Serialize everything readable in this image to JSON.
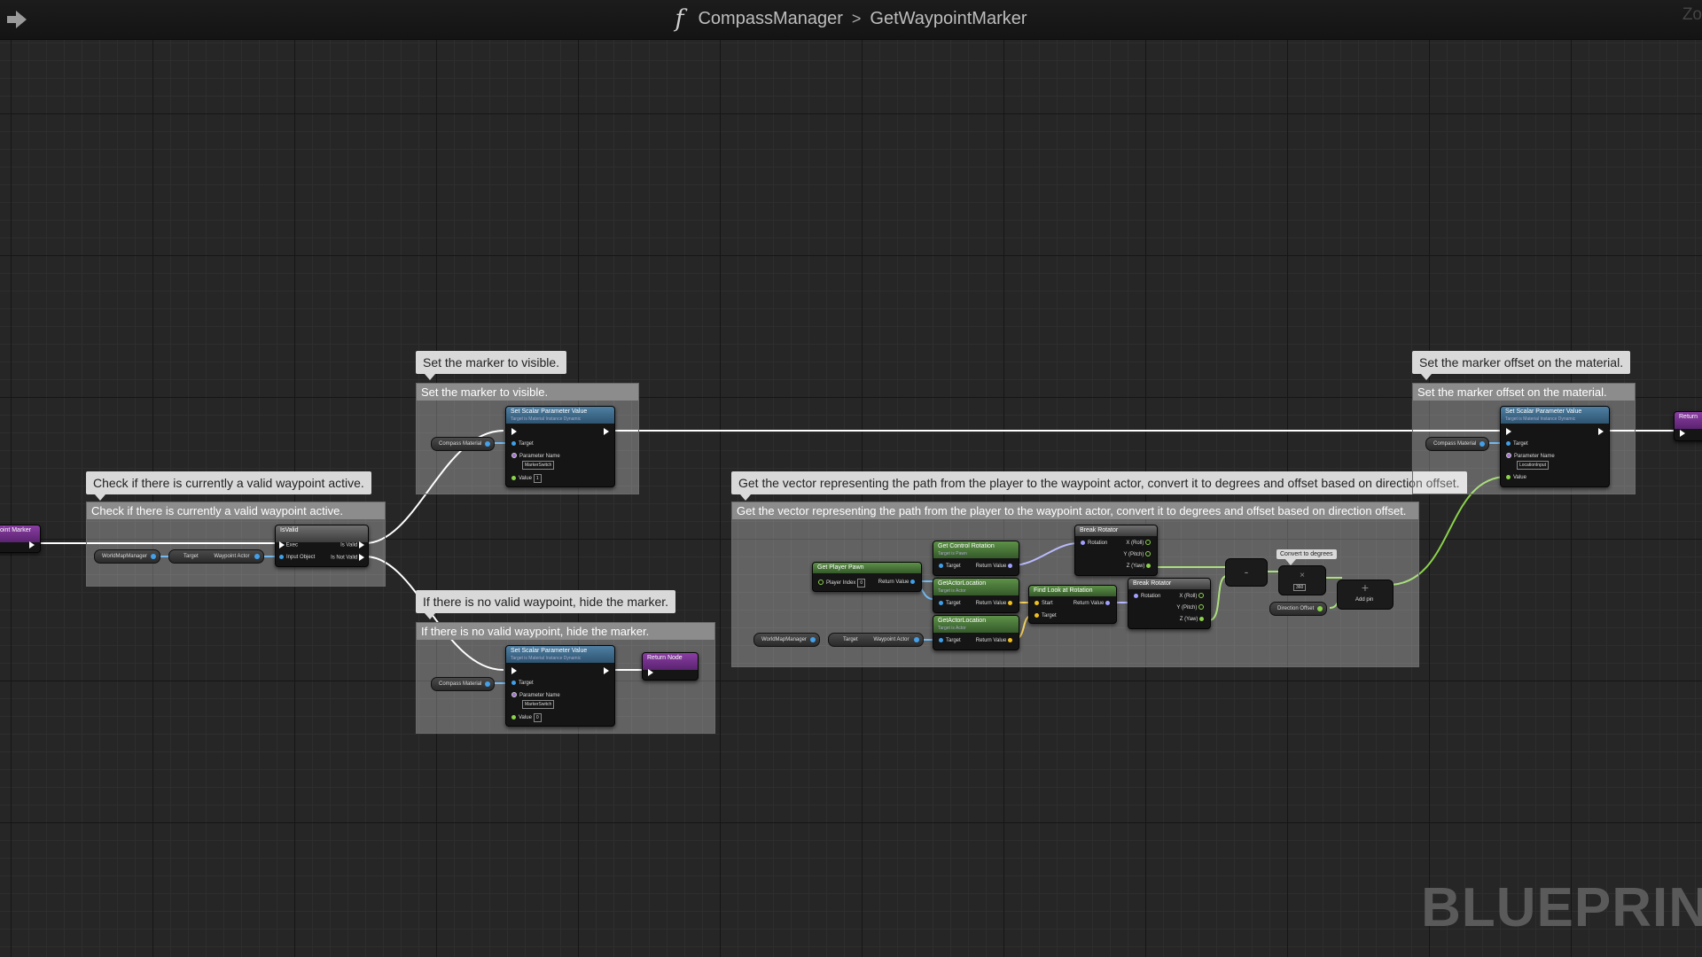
{
  "breadcrumb": {
    "fn_glyph": "f",
    "parent": "CompassManager",
    "separator": ">",
    "current": "GetWaypointMarker"
  },
  "zoom_label": "Zo",
  "watermark": "BLUEPRIN",
  "entry_node": {
    "label": "oint Marker"
  },
  "comments": {
    "valid": "Check if there is currently a valid waypoint active.",
    "visible": "Set the marker to visible.",
    "hide": "If there is no valid waypoint, hide the marker.",
    "vector": "Get the vector representing the path from the player to the waypoint actor, convert it to degrees and offset based on direction offset.",
    "offset": "Set the marker offset on the material."
  },
  "is_valid": {
    "title": "IsValid",
    "exec": "Exec",
    "input": "Input Object",
    "is_valid": "Is Valid",
    "not_valid": "Is Not Valid"
  },
  "vars": {
    "world_map_manager": "WorldMapManager",
    "target": "Target",
    "waypoint_actor": "Waypoint Actor",
    "compass_material": "Compass Material",
    "direction_offset": "Direction Offset"
  },
  "set_scalar": {
    "title": "Set Scalar Parameter Value",
    "sub": "Target is Material Instance Dynamic",
    "target": "Target",
    "param_name": "Parameter Name",
    "value": "Value",
    "marker_switch": "MarkerSwitch",
    "location_input": "LocationInput",
    "visible_value": "1",
    "hidden_value": "0"
  },
  "return_node": {
    "title": "Return Node",
    "short": "Return"
  },
  "get_player_pawn": {
    "title": "Get Player Pawn",
    "player_index": "Player Index",
    "index_value": "0",
    "return_value": "Return Value"
  },
  "get_control_rotation": {
    "title": "Get Control Rotation",
    "sub": "Target is Pawn"
  },
  "get_actor_location": {
    "title": "GetActorLocation",
    "sub": "Target is Actor"
  },
  "find_look_at": {
    "title": "Find Look at Rotation",
    "start": "Start",
    "target": "Target",
    "return_value": "Return Value"
  },
  "break_rotator": {
    "title": "Break Rotator",
    "rotation": "Rotation",
    "x": "X (Roll)",
    "y": "Y (Pitch)",
    "z": "Z (Yaw)"
  },
  "math": {
    "minus": "-",
    "multiply": "×",
    "plus": "+",
    "add_pin": "Add pin",
    "constant": "360",
    "convert_label": "Convert to degrees"
  },
  "colors": {
    "exec": "#ffffff",
    "object": "#3fa0ea",
    "vector": "#f0c020",
    "float": "#8bd34b",
    "rotator": "#a0a0ff"
  }
}
